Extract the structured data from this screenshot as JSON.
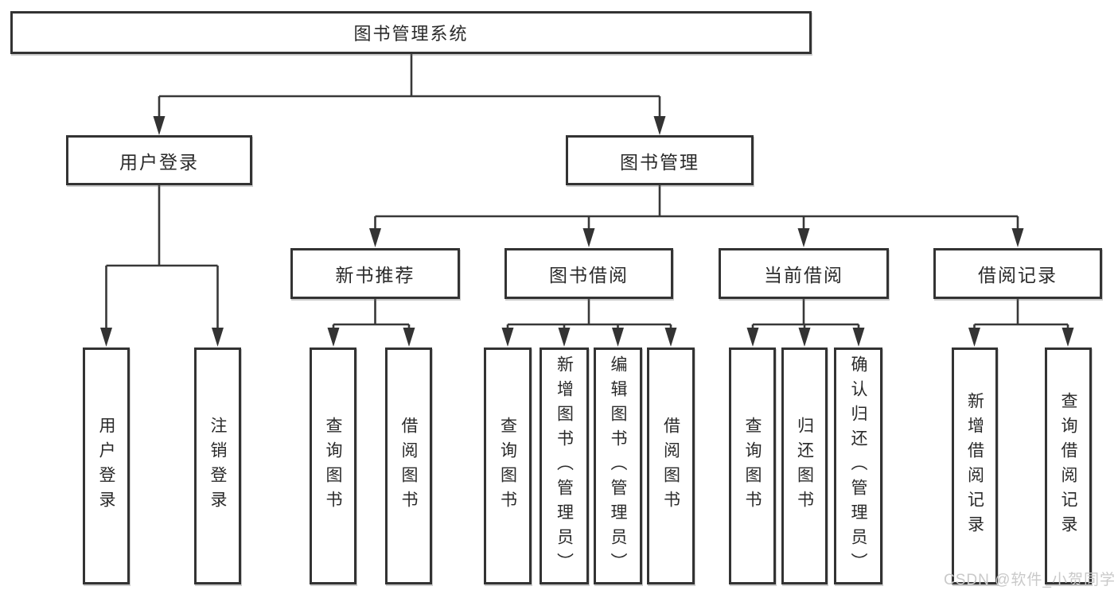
{
  "colors": {
    "line": "#383838",
    "box_border": "#333333",
    "text": "#2a2a2a",
    "watermark": "#c9c9c9",
    "background": "#ffffff"
  },
  "diagram": {
    "root": {
      "label": "图书管理系统"
    },
    "branches": [
      {
        "label": "用户登录",
        "children": [
          {
            "label": "用户登录"
          },
          {
            "label": "注销登录"
          }
        ]
      },
      {
        "label": "图书管理",
        "groups": [
          {
            "label": "新书推荐",
            "children": [
              {
                "label": "查询图书"
              },
              {
                "label": "借阅图书"
              }
            ]
          },
          {
            "label": "图书借阅",
            "children": [
              {
                "label": "查询图书"
              },
              {
                "label": "新增图书（管理员）"
              },
              {
                "label": "编辑图书（管理员）"
              },
              {
                "label": "借阅图书"
              }
            ]
          },
          {
            "label": "当前借阅",
            "children": [
              {
                "label": "查询图书"
              },
              {
                "label": "归还图书"
              },
              {
                "label": "确认归还（管理员）"
              }
            ]
          },
          {
            "label": "借阅记录",
            "children": [
              {
                "label": "新增借阅记录"
              },
              {
                "label": "查询借阅记录"
              }
            ]
          }
        ]
      }
    ]
  },
  "watermark": "CSDN @软件_小贺同学"
}
